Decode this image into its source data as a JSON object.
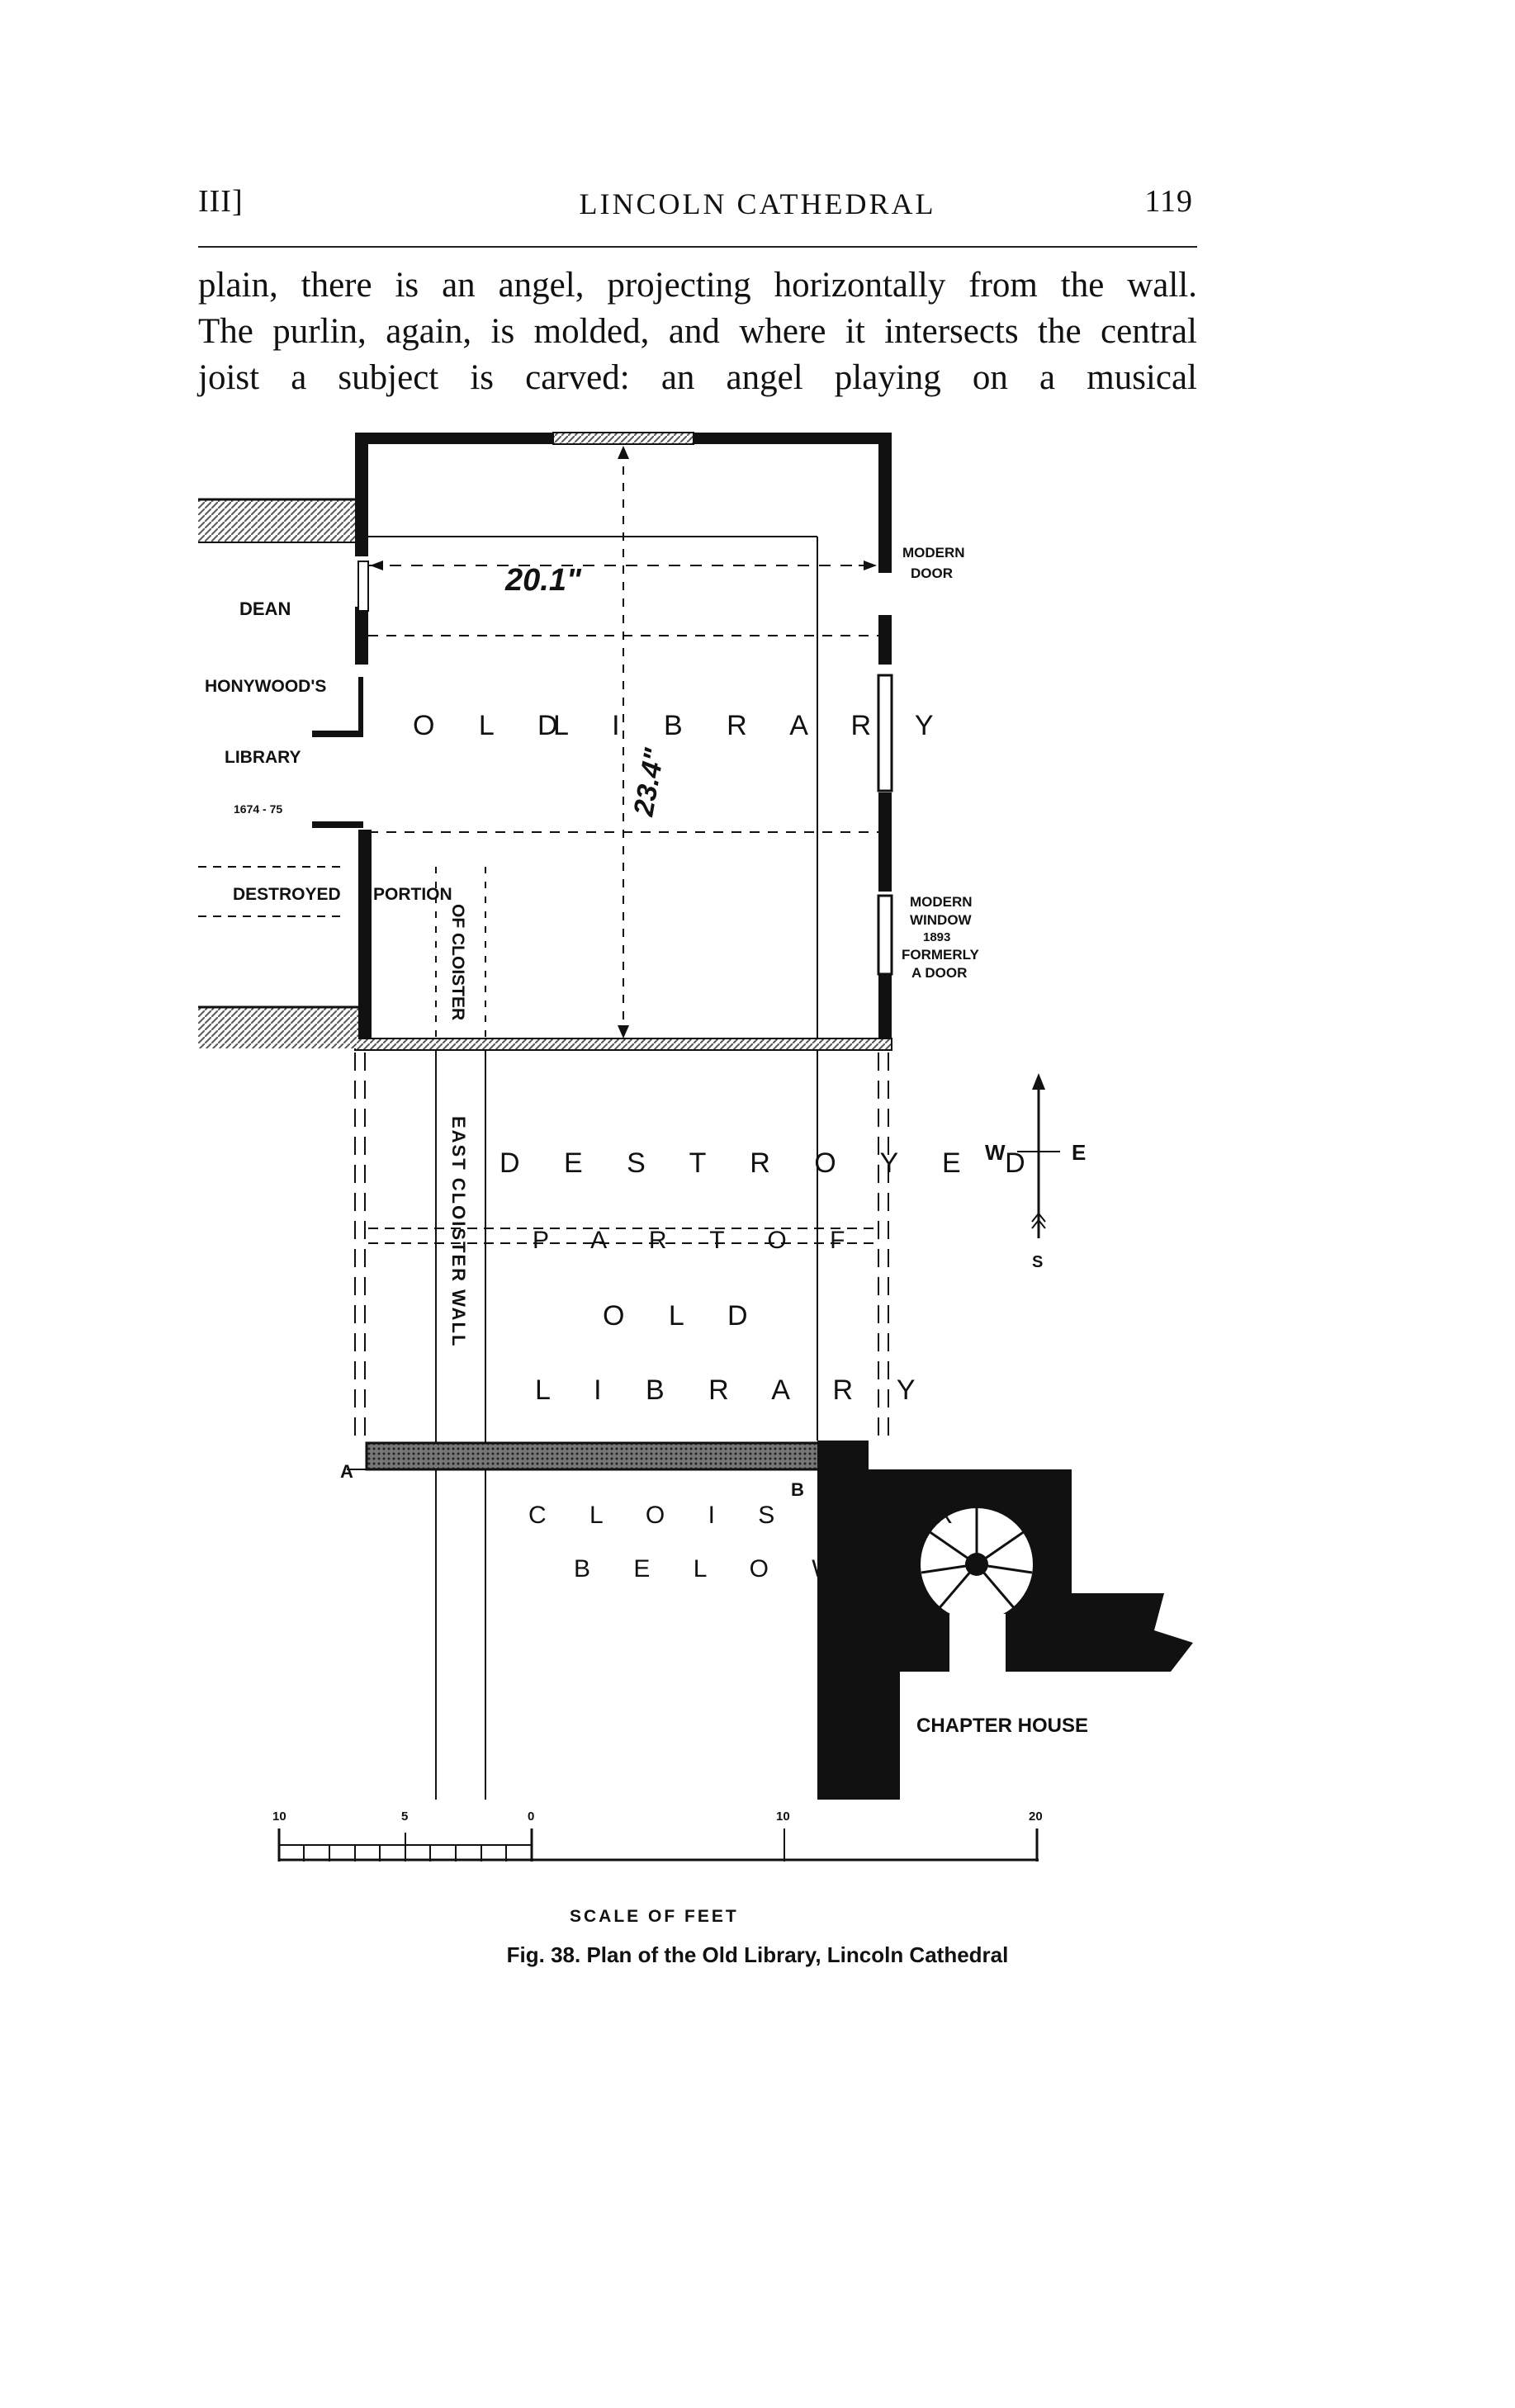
{
  "header": {
    "chapter": "III]",
    "running_title": "LINCOLN CATHEDRAL",
    "page_number": "119"
  },
  "body_lines": [
    "plain, there is an angel, projecting horizontally from the wall.",
    "The purlin, again, is molded, and where it intersects the central",
    "joist a subject is carved: an angel playing on a musical"
  ],
  "plan": {
    "dimension_width": "20.1\"",
    "dimension_length": "23.4\"",
    "old_library_label": [
      "O L D",
      "L I B R A R Y"
    ],
    "destroyed_part_label": [
      "D E S T R O Y E D",
      "P A R T   O F",
      "O L D",
      "L I B R A R Y"
    ],
    "cloister_below_label": [
      "C L O I S T E R",
      "B E L O W"
    ],
    "dean_label": [
      "DEAN",
      "HONYWOOD'S",
      "LIBRARY",
      "1674 - 75"
    ],
    "destroyed_portion_label": [
      "DESTROYED",
      "PORTION"
    ],
    "of_cloister_label": "OF CLOISTER",
    "east_cloister_wall_label": "EAST CLOISTER WALL",
    "modern_door_label": [
      "MODERN",
      "DOOR"
    ],
    "modern_window_label": [
      "MODERN",
      "WINDOW",
      "1893",
      "FORMERLY",
      "A DOOR"
    ],
    "chapter_house_label": "CHAPTER HOUSE",
    "point_a": "A",
    "point_b": "B",
    "compass": {
      "west": "W",
      "east": "E",
      "south": "S"
    },
    "scale": {
      "ticks": [
        "10",
        "5",
        "0",
        "10",
        "20"
      ],
      "label": "SCALE OF FEET"
    }
  },
  "caption": "Fig. 38.  Plan of the Old Library, Lincoln Cathedral"
}
